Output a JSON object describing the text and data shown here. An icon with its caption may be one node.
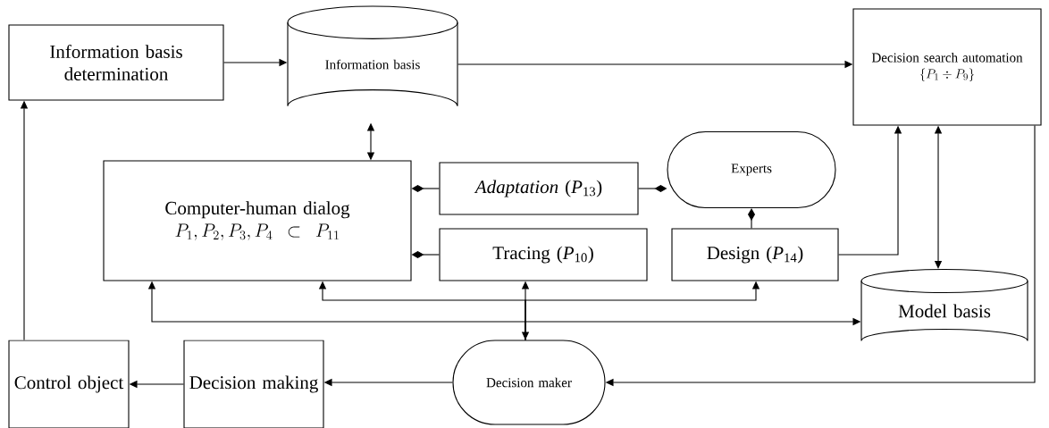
{
  "diagram": {
    "nodes": [
      {
        "text": [
          "Information basis determination"
        ]
      },
      {
        "text": [
          "Information basis"
        ]
      },
      {
        "text": [
          "Decision search automation",
          "\\left\\{P_1 \\div P_9\\right\\}"
        ]
      },
      {
        "text": [
          "Computer-human dialog",
          "P_1, P_2, P_3, P_4 \\subset P_{11}"
        ]
      },
      {
        "text": [
          "*Adaptation* (*P*$_{13}$)"
        ]
      },
      {
        "text": [
          "Experts"
        ]
      },
      {
        "text": [
          "Tracing (*P*$_{10}$)"
        ]
      },
      {
        "text": [
          "Design (*P*$_{14}$)"
        ]
      },
      {
        "text": [
          "Model basis"
        ]
      },
      {
        "text": [
          "Decision maker"
        ]
      },
      {
        "text": [
          "Decision making"
        ]
      },
      {
        "text": [
          "Control object"
        ]
      }
    ],
    "edges": [
      {
        "from": 0,
        "to": 1,
        "arrow": "to"
      },
      {
        "from": 1,
        "to": 2,
        "arrow": "to"
      },
      {
        "from": 1,
        "to": 3,
        "arrow": "both"
      },
      {
        "from": 3,
        "to": 4,
        "arrow": "other"
      },
      {
        "from": 5,
        "to": 4,
        "arrow": "other"
      },
      {
        "from": 5,
        "to": 7,
        "arrow": "other"
      },
      {
        "from": 3,
        "to": 6,
        "arrow": "other"
      },
      {
        "from": 7,
        "to": 2,
        "arrow": "to"
      },
      {
        "from": 2,
        "to": 8,
        "arrow": "both"
      },
      {
        "from": 2,
        "to": 9,
        "arrow": "to"
      },
      {
        "from": 6,
        "to": 9,
        "arrow": "both"
      },
      {
        "from": 9,
        "to": 3,
        "arrow": "to"
      },
      {
        "from": 9,
        "to": 3,
        "arrow": "to"
      },
      {
        "from": 9,
        "to": 7,
        "arrow": "to"
      },
      {
        "from": 9,
        "to": 8,
        "arrow": "to"
      },
      {
        "from": 9,
        "to": 10,
        "arrow": "to"
      },
      {
        "from": 10,
        "to": 11,
        "arrow": "to"
      },
      {
        "from": 11,
        "to": 0,
        "arrow": "to"
      }
    ]
  }
}
